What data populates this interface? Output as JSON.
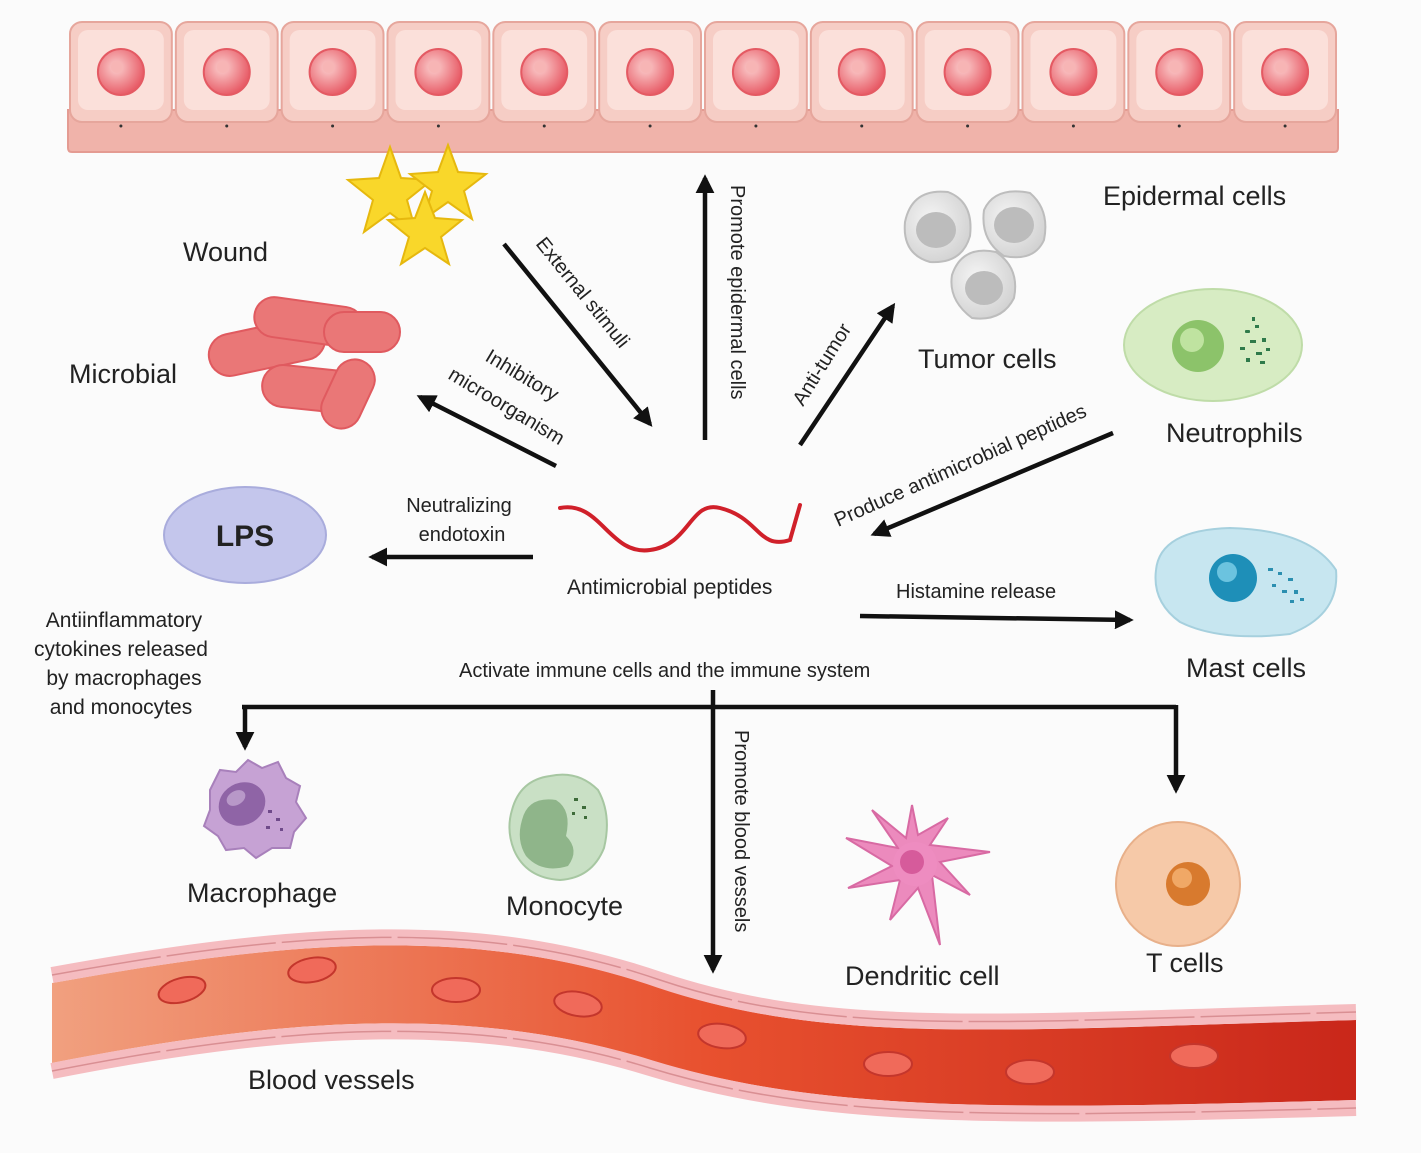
{
  "labels": {
    "epidermal": "Epidermal cells",
    "wound": "Wound",
    "microbial": "Microbial",
    "tumor": "Tumor cells",
    "neutrophils": "Neutrophils",
    "lps": "LPS",
    "mast": "Mast cells",
    "amp": "Antimicrobial peptides",
    "anti_inflam": [
      "Antiinflammatory",
      "cytokines released",
      "by macrophages",
      "and monocytes"
    ],
    "macrophage": "Macrophage",
    "monocyte": "Monocyte",
    "dendritic": "Dendritic cell",
    "tcells": "T cells",
    "blood": "Blood vessels"
  },
  "arrows": {
    "external": "External stimuli",
    "promote_epi": "Promote epidermal cells",
    "anti_tumor": "Anti-tumor",
    "inhibit1": "Inhibitory",
    "inhibit2": "microorganism",
    "produce": "Produce antimicrobial peptides",
    "neutral1": "Neutralizing",
    "neutral2": "endotoxin",
    "histamine": "Histamine release",
    "activate": "Activate immune cells and the immune system",
    "promote_blood": "Promote blood vessels"
  },
  "colors": {
    "epidermis": "#f5c6bd",
    "nucleus": "#ee6b73",
    "vessel": "#e6492f",
    "rbc": "#e2473a",
    "microbe": "#ea7777",
    "lps": "#c4c6ec",
    "neutrophil": "#d7ecc3",
    "mast": "#c7e6f0",
    "macrophage": "#c6a2d4",
    "monocyte": "#c9e0c5",
    "dendritic": "#ec8abd",
    "tcell": "#f6c9a8",
    "wound": "#f9da2e"
  }
}
